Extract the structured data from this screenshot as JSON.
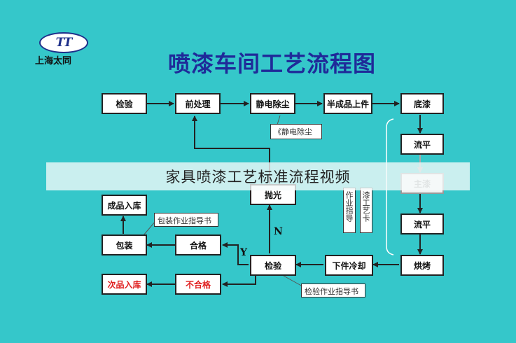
{
  "logo": {
    "mark": "TT",
    "caption": "上海太同"
  },
  "title": "喷漆车间工艺流程图",
  "boxes": {
    "inspect1": "检验",
    "pretreat": "前处理",
    "dust": "静电除尘",
    "semi": "半成品上件",
    "primer": "底漆",
    "level1": "流平",
    "topcoat": "主漆",
    "level2": "流平",
    "bake": "烘烤",
    "cool": "下件冷却",
    "inspect2": "检验",
    "polish": "抛光",
    "qualified": "合格",
    "pack": "包装",
    "store": "成品入库",
    "unqualified": "不合格",
    "defect_store": "次品入库"
  },
  "notes": {
    "dust_note": "《静电除尘",
    "pack_note": "包装作业指导书",
    "inspect_note": "检验作业指导书",
    "work_guide": "作业指导",
    "process_card": "漆工艺卡"
  },
  "labels": {
    "n": "N",
    "y": "Y"
  },
  "banner": "家具喷漆工艺标准流程视频"
}
